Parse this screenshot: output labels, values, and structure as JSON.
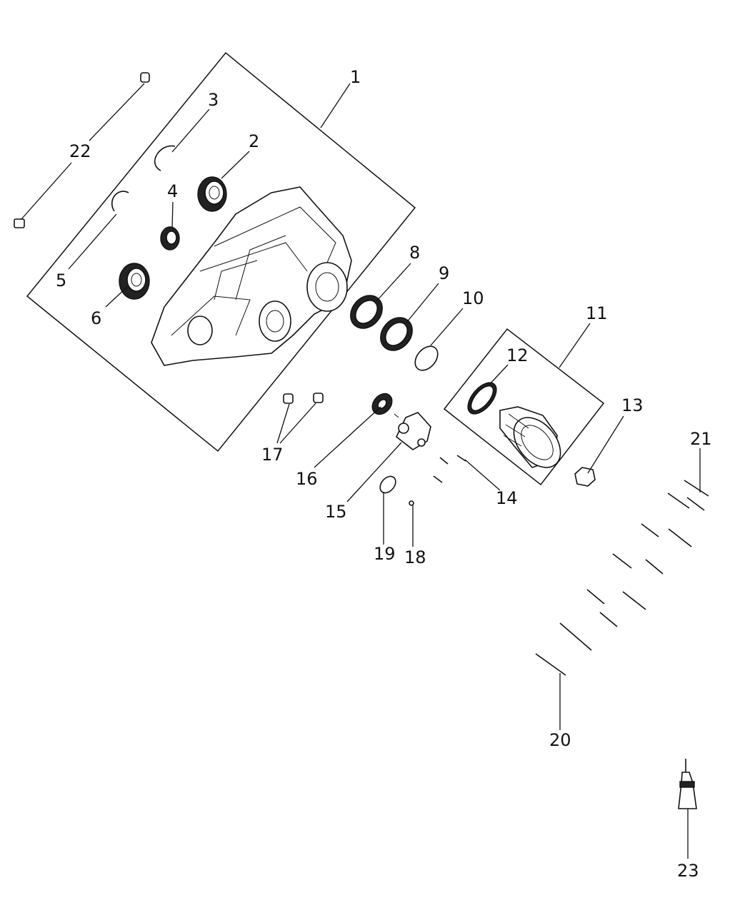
{
  "callouts": [
    {
      "id": "1",
      "label": "1"
    },
    {
      "id": "2",
      "label": "2"
    },
    {
      "id": "3",
      "label": "3"
    },
    {
      "id": "4",
      "label": "4"
    },
    {
      "id": "5",
      "label": "5"
    },
    {
      "id": "6",
      "label": "6"
    },
    {
      "id": "8",
      "label": "8"
    },
    {
      "id": "9",
      "label": "9"
    },
    {
      "id": "10",
      "label": "10"
    },
    {
      "id": "11",
      "label": "11"
    },
    {
      "id": "12",
      "label": "12"
    },
    {
      "id": "13",
      "label": "13"
    },
    {
      "id": "14",
      "label": "14"
    },
    {
      "id": "15",
      "label": "15"
    },
    {
      "id": "16",
      "label": "16"
    },
    {
      "id": "17",
      "label": "17"
    },
    {
      "id": "18",
      "label": "18"
    },
    {
      "id": "19",
      "label": "19"
    },
    {
      "id": "20",
      "label": "20"
    },
    {
      "id": "21",
      "label": "21"
    },
    {
      "id": "22",
      "label": "22"
    },
    {
      "id": "23",
      "label": "23"
    }
  ]
}
